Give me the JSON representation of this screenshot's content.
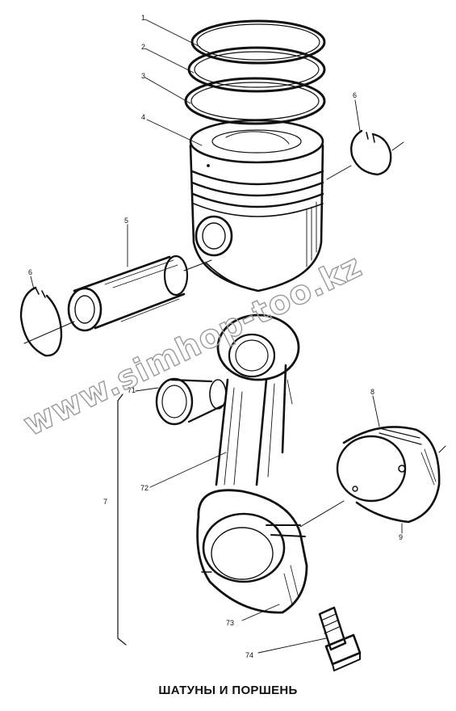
{
  "caption": "ШАТУНЫ И ПОРШЕНЬ",
  "watermark": "www.simhop-too.kz",
  "callouts": {
    "ring1": "1",
    "ring2": "2",
    "ring3": "3",
    "piston": "4",
    "pin": "5",
    "clip_right": "6",
    "clip_left": "6",
    "small_end_bushing": "71",
    "rod": "72",
    "big_end_cap": "73",
    "bolt": "74",
    "assembly": "7",
    "bearing_shell": "8",
    "bearing_tab": "9"
  },
  "colors": {
    "ink": "#111111",
    "watermark": "#9a9a9a",
    "background": "#ffffff"
  }
}
